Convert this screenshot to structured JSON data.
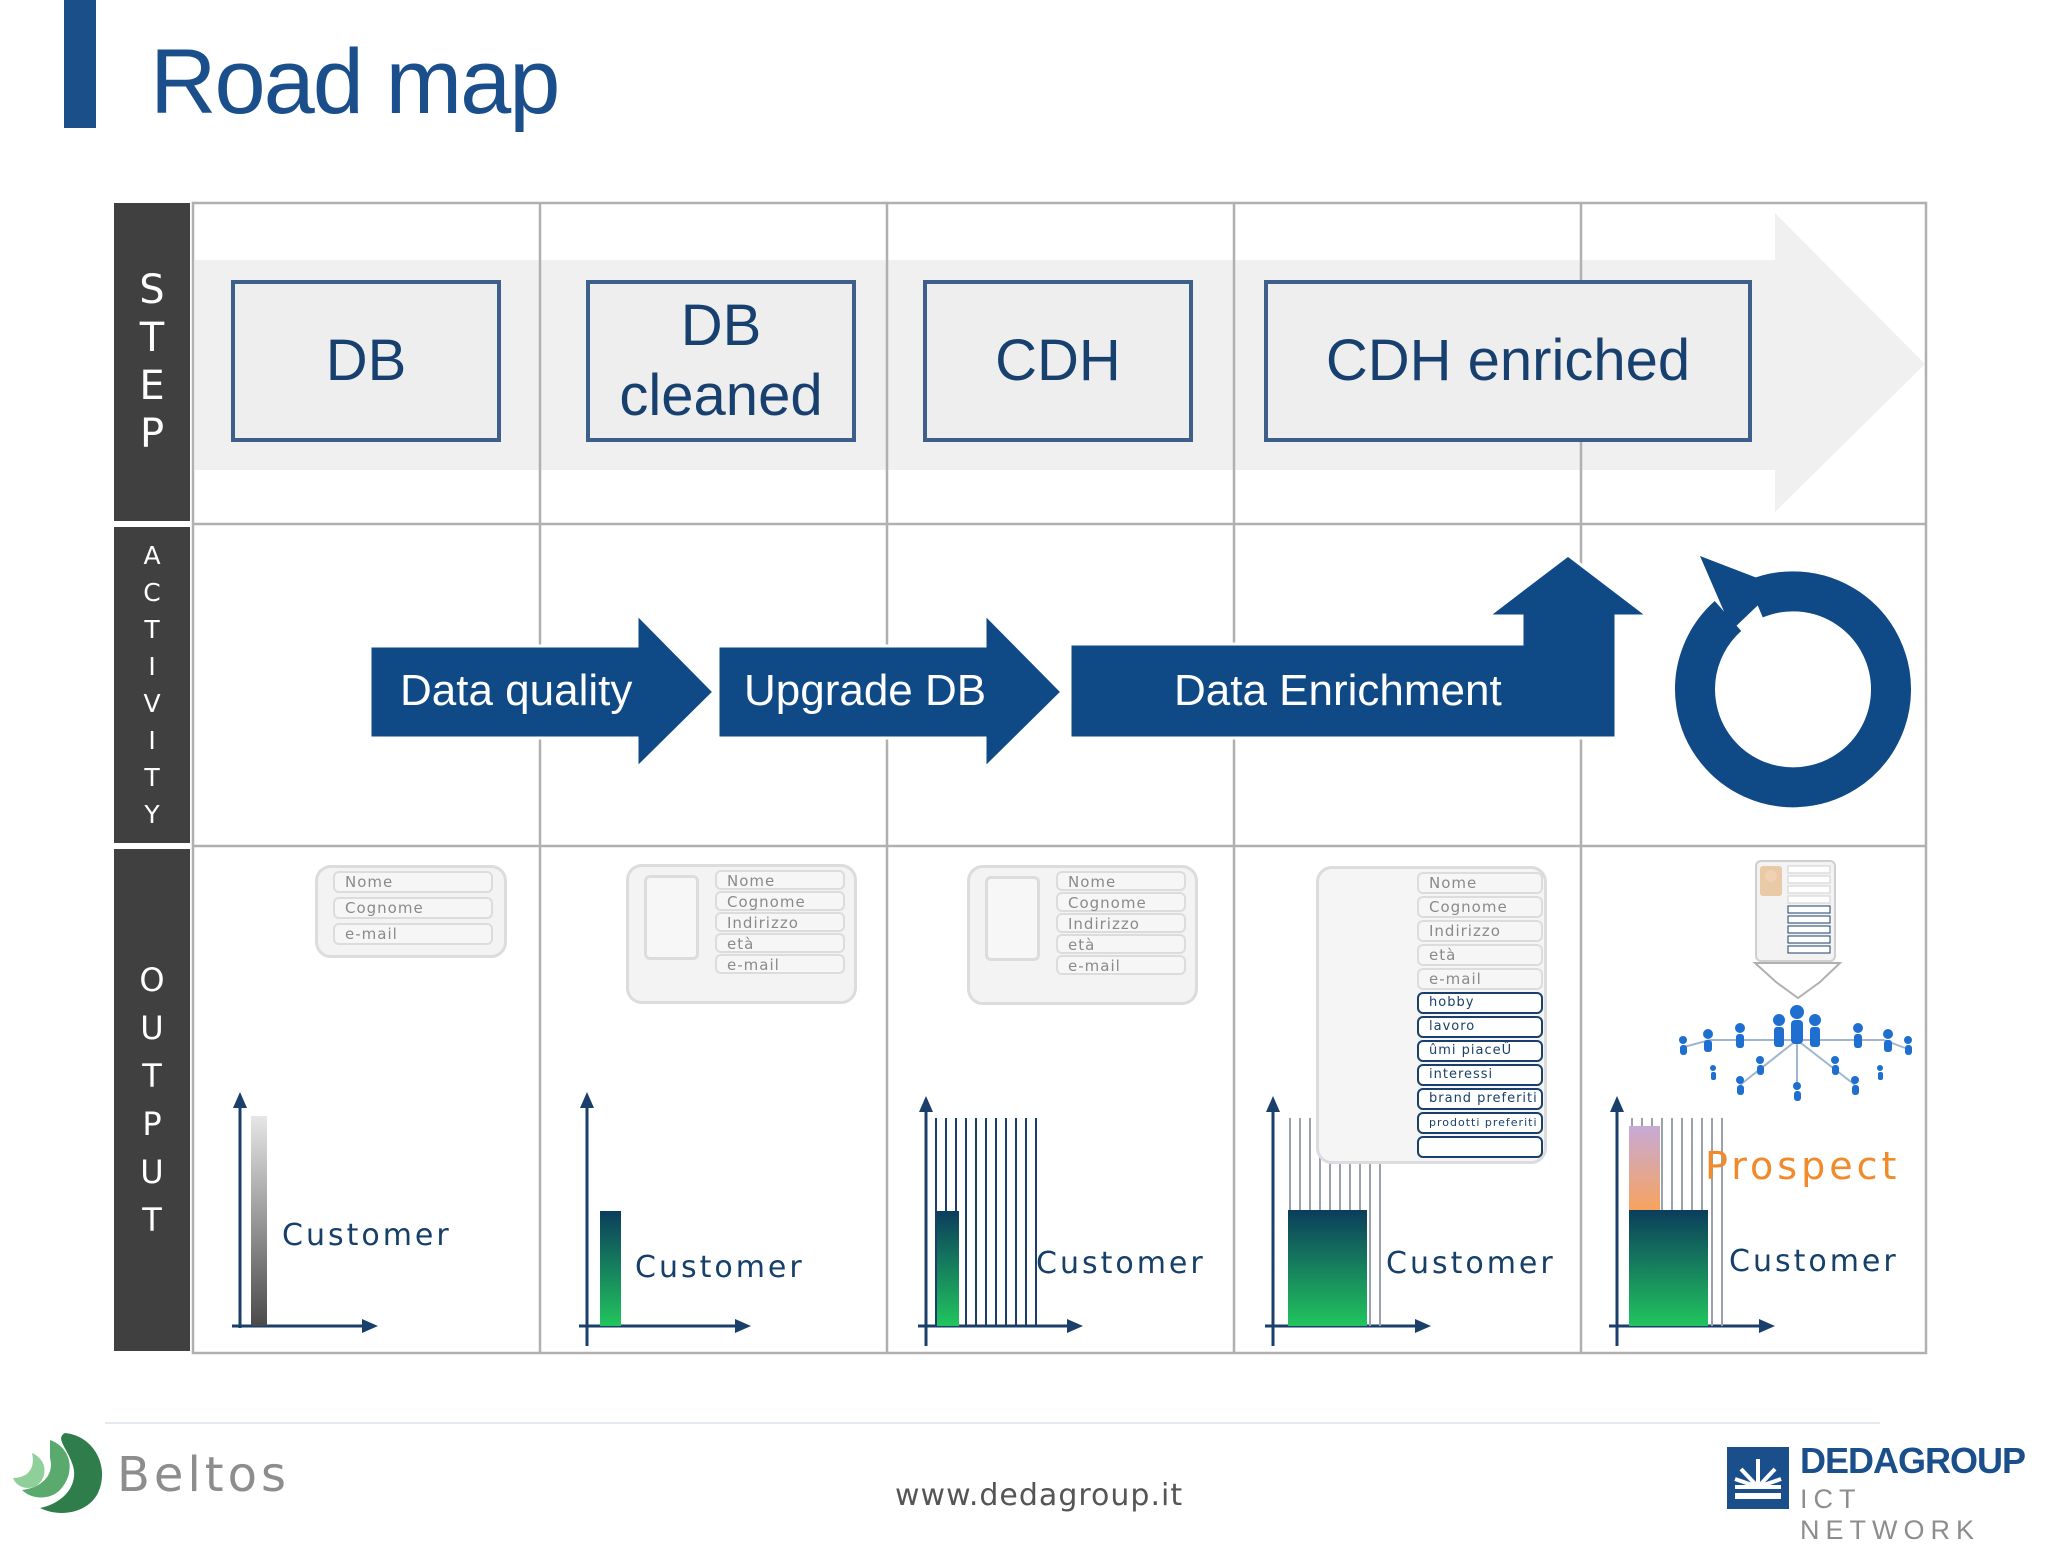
{
  "title": "Road map",
  "row_labels": {
    "step": [
      "S",
      "T",
      "E",
      "P"
    ],
    "activity": [
      "A",
      "C",
      "T",
      "I",
      "V",
      "I",
      "T",
      "Y"
    ],
    "output": [
      "O",
      "U",
      "T",
      "P",
      "U",
      "T"
    ]
  },
  "steps": [
    {
      "line1": "DB",
      "line2": ""
    },
    {
      "line1": "DB",
      "line2": "cleaned"
    },
    {
      "line1": "CDH",
      "line2": ""
    },
    {
      "line1": "CDH enriched",
      "line2": ""
    }
  ],
  "activities": [
    "Data quality",
    "Upgrade DB",
    "Data Enrichment"
  ],
  "forms": {
    "basic": [
      "Nome",
      "Cognome",
      "e-mail"
    ],
    "extended": [
      "Nome",
      "Cognome",
      "Indirizzo",
      "età",
      "e-mail"
    ],
    "enriched_extra": [
      "hobby",
      "lavoro",
      "ûmi piaceÛ",
      "interessi",
      "brand preferiti",
      "prodotti preferiti"
    ]
  },
  "output_labels": {
    "customer": "Customer",
    "prospect": "Prospect"
  },
  "colors": {
    "brand_blue": "#1a4f8c",
    "arrow_blue": "#0f4a86",
    "side_gray": "#404040",
    "bar_green": "#1db954",
    "prospect_orange": "#f08a2a"
  },
  "footer": {
    "website": "www.dedagroup.it",
    "left_logo": "Beltos",
    "right_logo_line1": "DEDAGROUP",
    "right_logo_line2": "ICT NETWORK"
  }
}
